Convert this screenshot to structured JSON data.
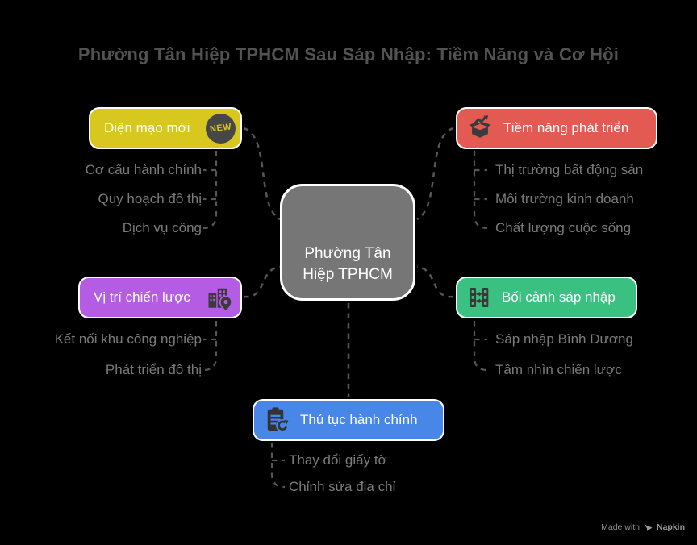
{
  "title": "Phường Tân Hiệp TPHCM Sau Sáp Nhập: Tiềm Năng và Cơ Hội",
  "center": {
    "label": "Phường Tân Hiệp TPHCM",
    "color": "#767676"
  },
  "branches": [
    {
      "id": "dien-mao-moi",
      "label": "Diện mạo mới",
      "badge": "NEW",
      "color": "#d7c71f",
      "icon": "new-badge-icon",
      "items": [
        "Cơ cấu hành chính",
        "Quy hoạch đô thị",
        "Dịch vụ công"
      ]
    },
    {
      "id": "tiem-nang-phat-trien",
      "label": "Tiềm năng phát triển",
      "color": "#e25a52",
      "icon": "growth-box-icon",
      "items": [
        "Thị trường bất động sản",
        "Môi trường kinh doanh",
        "Chất lượng cuộc sống"
      ]
    },
    {
      "id": "vi-tri-chien-luoc",
      "label": "Vị trí chiến lược",
      "color": "#b55ce5",
      "icon": "buildings-location-icon",
      "items": [
        "Kết nối khu công nghiệp",
        "Phát triển đô thị"
      ]
    },
    {
      "id": "boi-canh-sap-nhap",
      "label": "Bối cảnh sáp nhập",
      "color": "#3ac182",
      "icon": "merge-strips-icon",
      "items": [
        "Sáp nhập Bình Dương",
        "Tầm nhìn chiến lược"
      ]
    },
    {
      "id": "thu-tuc-hanh-chinh",
      "label": "Thủ tục hành chính",
      "color": "#4886e8",
      "icon": "clipboard-sync-icon",
      "items": [
        "Thay đổi giấy tờ",
        "Chỉnh sửa địa chỉ"
      ]
    }
  ],
  "footer_badge": {
    "made_with": "Made with",
    "brand": "Napkin"
  },
  "colors": {
    "background": "#000000",
    "connector": "#565656",
    "title_text": "#525252",
    "subitem_text": "#7b7b7b",
    "node_text": "#ffffff",
    "new_badge_bg": "#474747"
  }
}
